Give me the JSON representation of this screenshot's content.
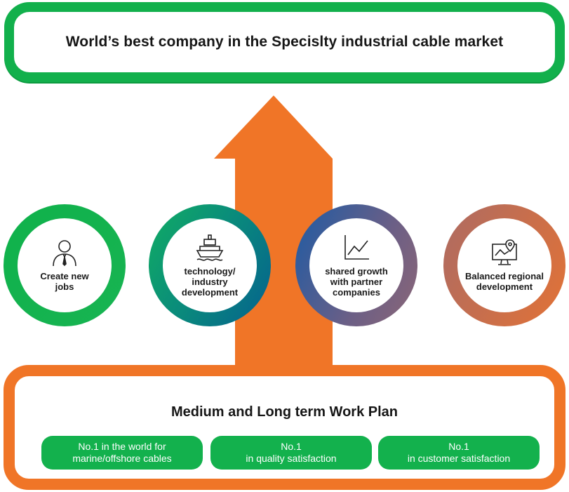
{
  "vision": {
    "title": "World’s best company in the Specislty industrial cable market"
  },
  "values": [
    {
      "label": "Create new\njobs",
      "icon": "businessman-icon"
    },
    {
      "label": "technology/\nindustry\ndevelopment",
      "icon": "ship-icon"
    },
    {
      "label": "shared growth\nwith partner\ncompanies",
      "icon": "line-chart-icon"
    },
    {
      "label": "Balanced regional\ndevelopment",
      "icon": "map-pin-monitor-icon"
    }
  ],
  "plan": {
    "title": "Medium and Long term Work Plan",
    "goals": [
      "No.1 in the world for\nmarine/offshore cables",
      "No.1\nin quality satisfaction",
      "No.1\nin customer satisfaction"
    ]
  },
  "colors": {
    "green": "#12b04c",
    "orange": "#f07527",
    "blue": "#05618f"
  }
}
